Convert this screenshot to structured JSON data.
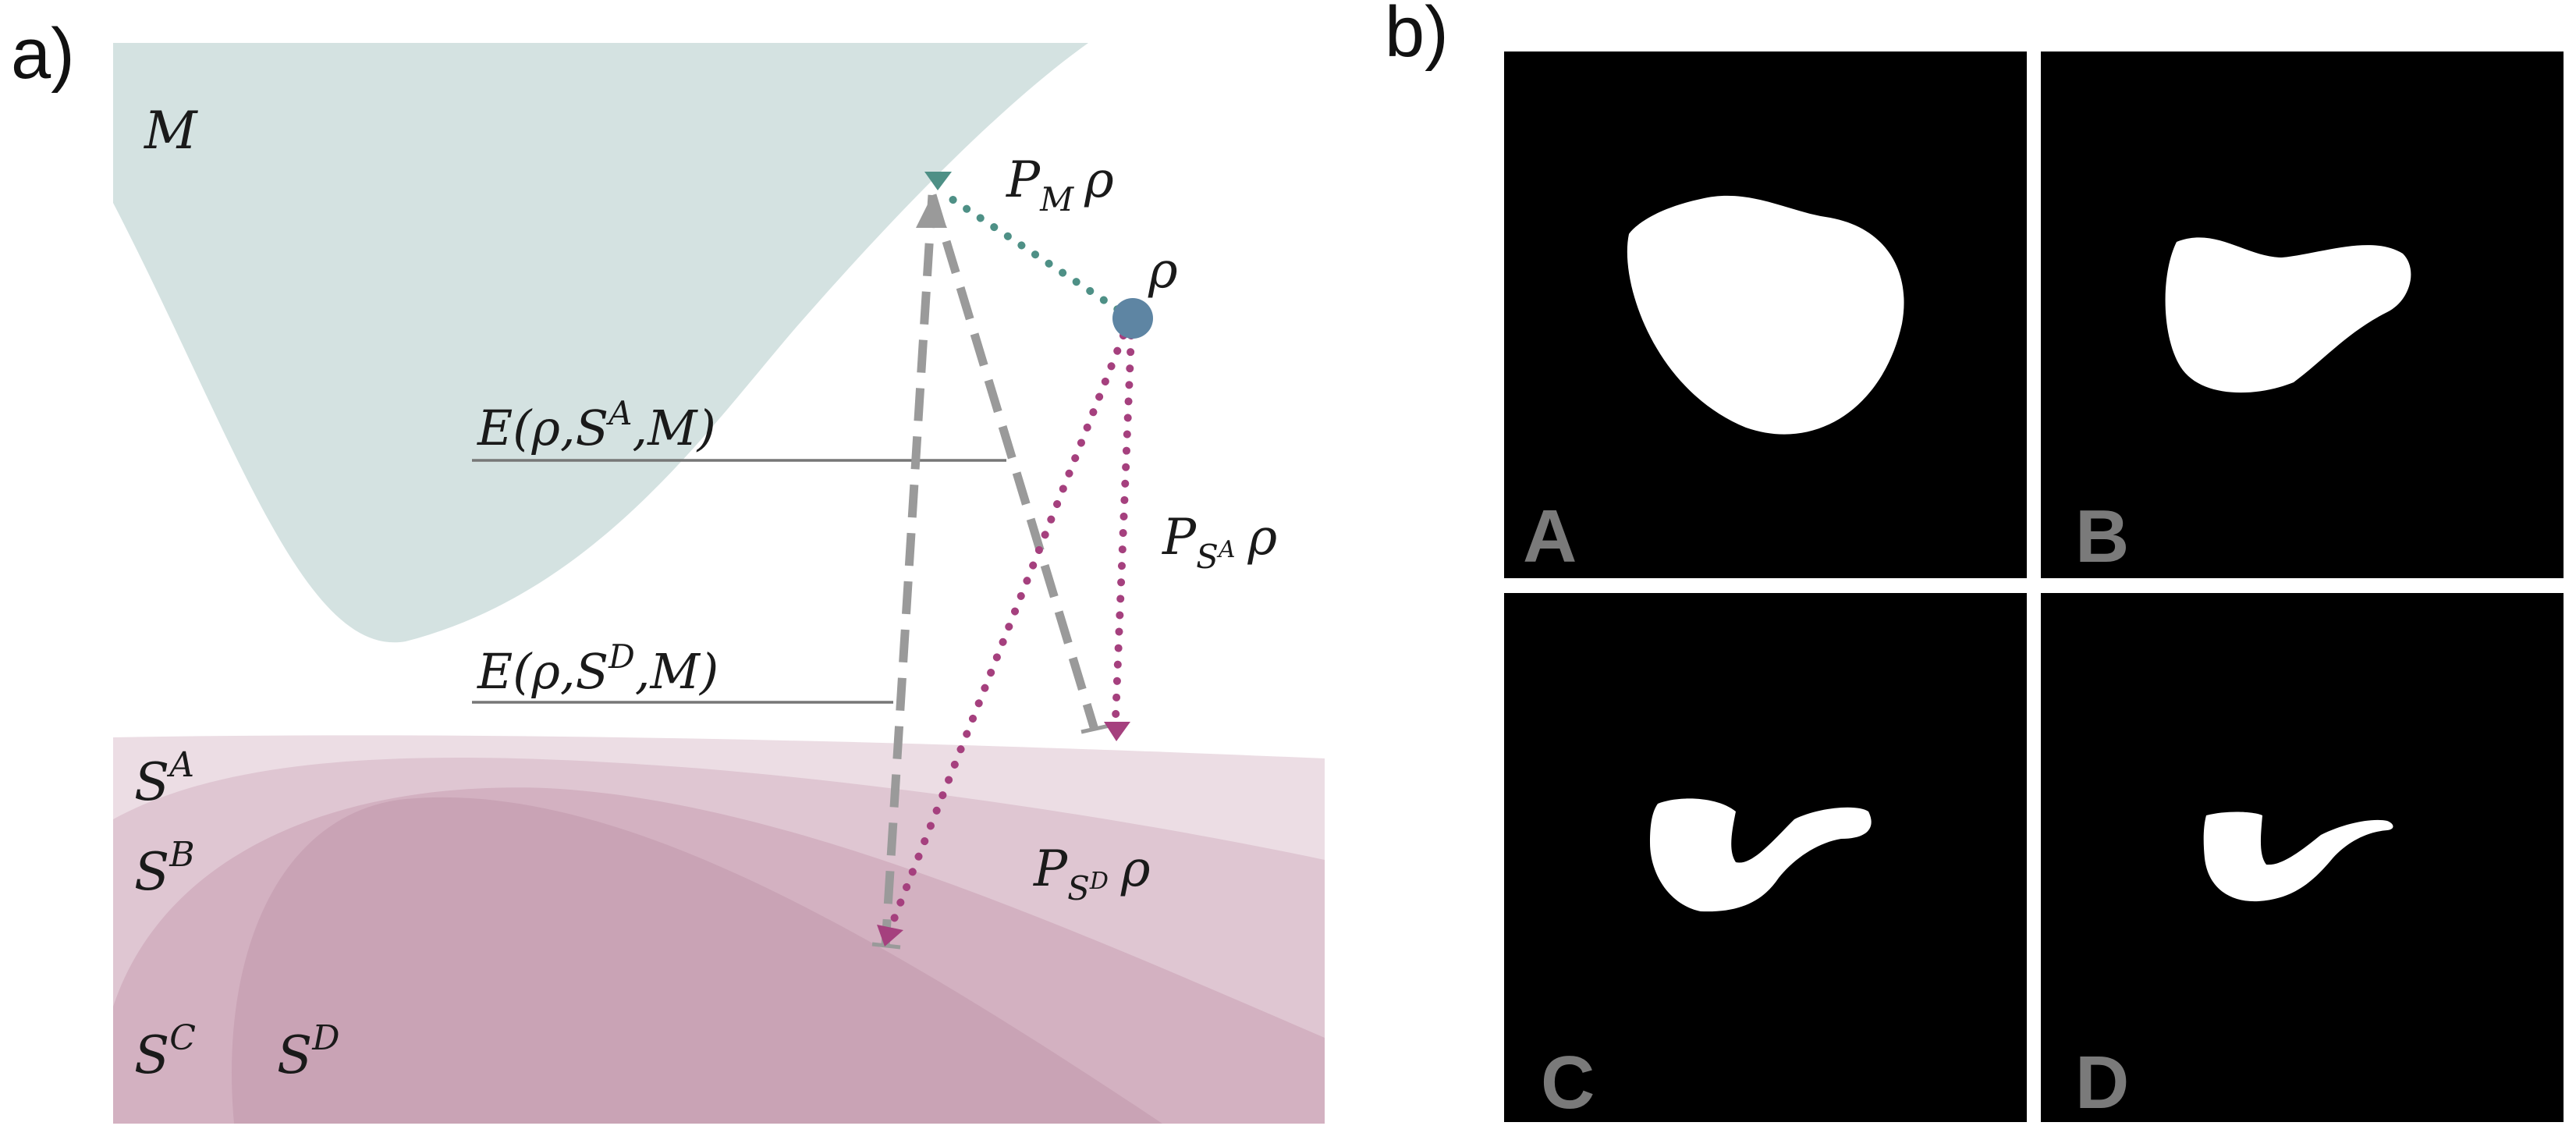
{
  "panel_a": {
    "label": "a)",
    "region_M": "M",
    "rho": "ρ",
    "projections": {
      "P_M": "P",
      "P_M_sub": "M",
      "P_SA": "P",
      "P_SA_sub": "S",
      "P_SA_subsub": "A",
      "P_SD": "P",
      "P_SD_sub": "S",
      "P_SD_subsub": "D",
      "rho_suffix": "ρ"
    },
    "distances": {
      "E_SA_pre": "E(ρ,S",
      "E_SA_sup": "A",
      "E_SA_post": ",M)",
      "E_SD_pre": "E(ρ,S",
      "E_SD_sup": "D",
      "E_SD_post": ",M)"
    },
    "sets": [
      {
        "base": "S",
        "sup": "A"
      },
      {
        "base": "S",
        "sup": "B"
      },
      {
        "base": "S",
        "sup": "C"
      },
      {
        "base": "S",
        "sup": "D"
      }
    ],
    "colors": {
      "M_fill": "#d4e2e1",
      "SA_fill": "#ecdde4",
      "SB_fill": "#dfc6d2",
      "SC_fill": "#d3b1c1",
      "SD_fill": "#c9a3b5",
      "rho_point": "#5e85a3",
      "teal_dotted": "#4e9086",
      "magenta_dotted": "#a5407e",
      "grey_dashed": "#9a9a9a",
      "line": "#777777"
    }
  },
  "panel_b": {
    "label": "b)",
    "tiles": [
      {
        "letter": "A"
      },
      {
        "letter": "B"
      },
      {
        "letter": "C"
      },
      {
        "letter": "D"
      }
    ]
  }
}
